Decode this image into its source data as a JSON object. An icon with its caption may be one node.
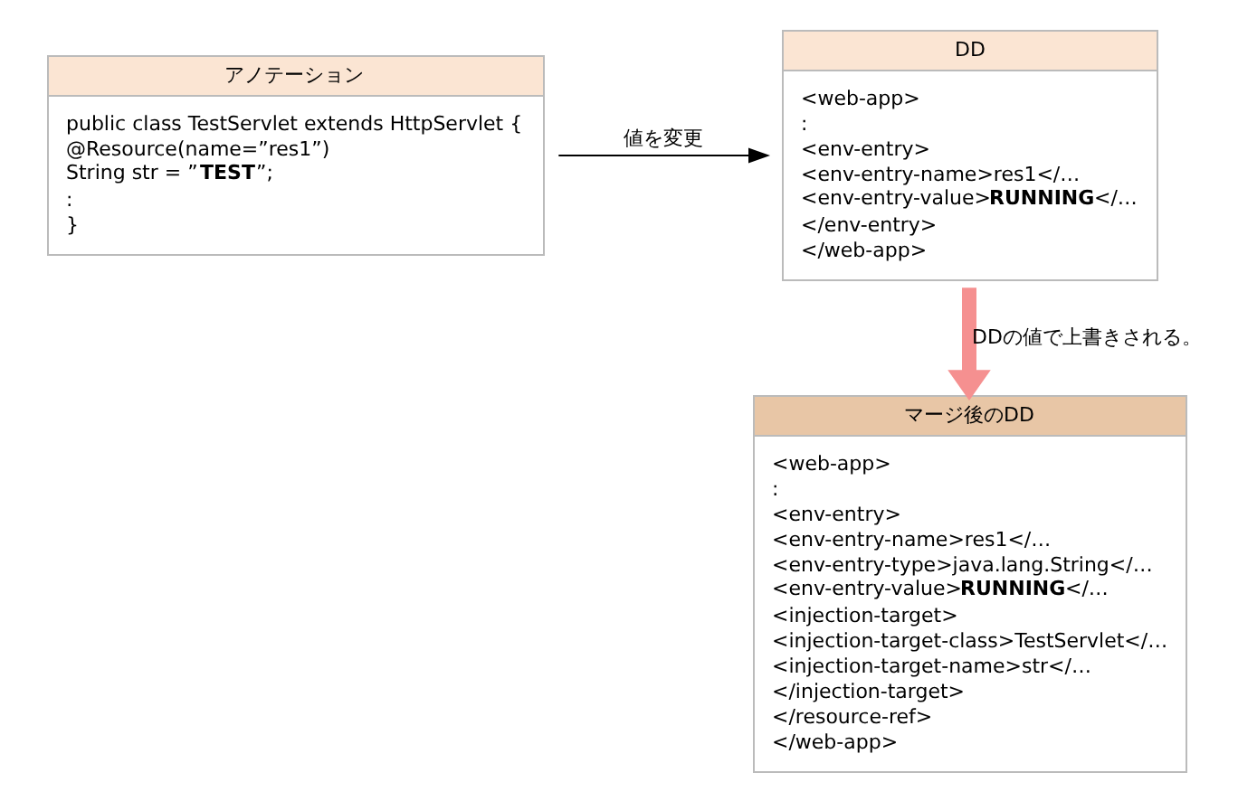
{
  "diagram": {
    "nodes": [
      {
        "text": [
          "アノテーション",
          "public class TestServlet extends HttpServlet {",
          "@Resource(name=”res1”)",
          "String str = ”**TEST**”;",
          ":",
          "}"
        ]
      },
      {
        "text": [
          "DD",
          "<web-app>",
          ":",
          "<env-entry>",
          "<env-entry-name>res1</…",
          "<env-entry-value>**RUNNING**</…",
          "</env-entry>",
          "</web-app>"
        ]
      },
      {
        "text": [
          "マージ後のDD",
          "<web-app>",
          ":",
          "<env-entry>",
          "<env-entry-name>res1</…",
          "<env-entry-type>java.lang.String</…",
          "<env-entry-value>**RUNNING**</…",
          "<injection-target>",
          "<injection-target-class>TestServlet</…",
          "<injection-target-name>str</…",
          "</injection-target>",
          "</resource-ref>",
          "</web-app>"
        ]
      }
    ],
    "edges": [
      {
        "from": 0,
        "to": 1,
        "arrow": "to",
        "label": "値を変更"
      },
      {
        "from": 1,
        "to": 2,
        "arrow": "to",
        "label": "DDの値で上書きされる。",
        "style": "thick",
        "color": "#f59090"
      }
    ]
  }
}
